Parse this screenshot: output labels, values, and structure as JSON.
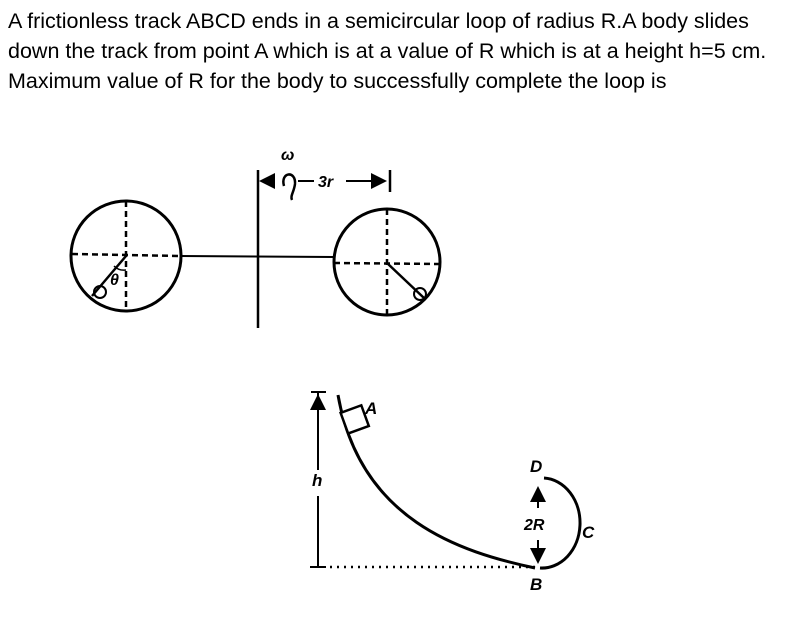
{
  "question": {
    "text": "A frictionless track ABCD ends in a semicircular loop of radius R.A body slides down the track from point A which is at a value of R which is at a height h=5 cm. Maximum value of R for the body to successfully complete the loop is"
  },
  "figure_top": {
    "omega_label": "ω",
    "distance_label": "3r",
    "theta_label": "θ"
  },
  "figure_bottom": {
    "label_A": "A",
    "label_B": "B",
    "label_C": "C",
    "label_D": "D",
    "label_h": "h",
    "label_2R": "2R"
  }
}
